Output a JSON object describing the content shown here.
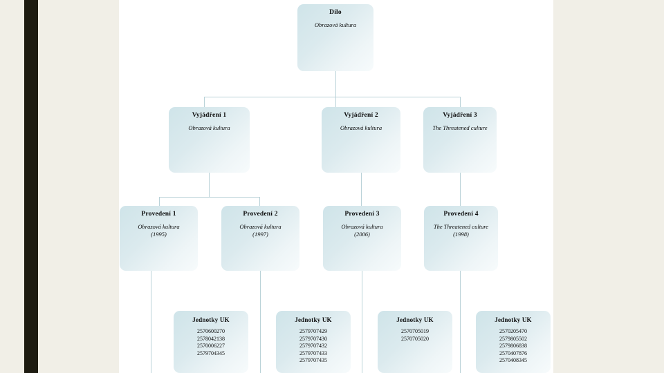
{
  "slide": {
    "background_color": "#f1efe7",
    "canvas_color": "#ffffff",
    "stripe_color": "#1e1c11",
    "node_fill_color": "#d5e6ea",
    "connector_color": "#b9d2d8"
  },
  "diagram": {
    "type": "hierarchy-tree",
    "levels": [
      "Dílo",
      "Vyjádření",
      "Provedení",
      "Jednotky UK"
    ],
    "root": {
      "title": "Dílo",
      "subtitle": "Obrazová kultura"
    },
    "expressions": [
      {
        "title": "Vyjádření 1",
        "subtitle": "Obrazová kultura"
      },
      {
        "title": "Vyjádření 2",
        "subtitle": "Obrazová kultura"
      },
      {
        "title": "Vyjádření 3",
        "subtitle": "The Threatened culture"
      }
    ],
    "manifestations": [
      {
        "title": "Provedení 1",
        "subtitle": "Obrazová kultura",
        "year": "(1995)"
      },
      {
        "title": "Provedení 2",
        "subtitle": "Obrazová kultura",
        "year": "(1997)"
      },
      {
        "title": "Provedení 3",
        "subtitle": "Obrazová kultura",
        "year": "(2006)"
      },
      {
        "title": "Provedení 4",
        "subtitle": "The Threatened culture",
        "year": "(1998)"
      }
    ],
    "items": [
      {
        "title": "Jednotky UK",
        "ids": [
          "2570600270",
          "2578042138",
          "2570006227",
          "2579704345"
        ]
      },
      {
        "title": "Jednotky UK",
        "ids": [
          "2579707429",
          "2579707430",
          "2579707432",
          "2579707433",
          "2579707435"
        ]
      },
      {
        "title": "Jednotky UK",
        "ids": [
          "2570705019",
          "2570705020"
        ]
      },
      {
        "title": "Jednotky UK",
        "ids": [
          "2570205470",
          "2579805502",
          "2579806838",
          "2570407876",
          "2570408345"
        ]
      }
    ]
  }
}
